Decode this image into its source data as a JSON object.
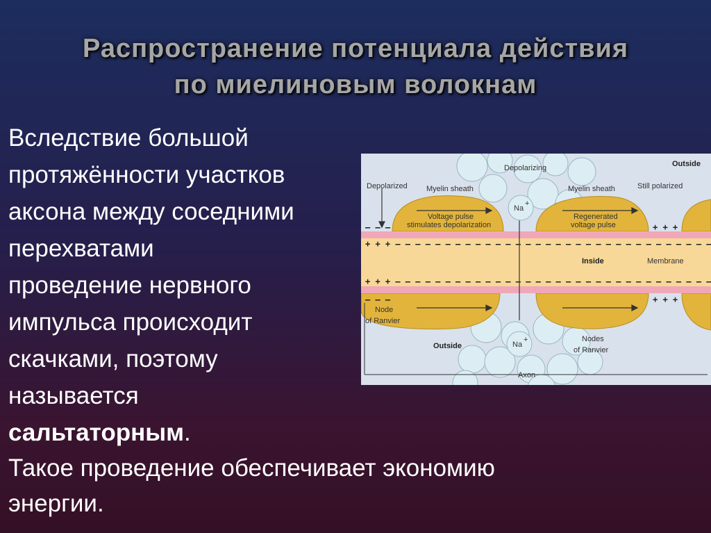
{
  "slide": {
    "title_line1": "Распространение потенциала действия",
    "title_line2": "по миелиновым волокнам",
    "text_lines": [
      "Вследствие большой",
      "протяжённости участков",
      "аксона между соседними",
      "перехватами",
      "проведение нервного",
      "импульса происходит",
      "скачками, поэтому",
      "называется"
    ],
    "text_bold_word": "сальтаторным",
    "text_bold_suffix": ".",
    "text2_line1": "Такое проведение обеспечивает экономию",
    "text2_line2": "энергии."
  },
  "figure": {
    "outside_top": "Outside",
    "outside_bottom": "Outside",
    "inside": "Inside",
    "depolarizing": "Depolarizing",
    "na_top": "Na",
    "na_bottom": "Na",
    "na_superscript": "+",
    "depolarized": "Depolarized",
    "myelin_sheath_left": "Myelin sheath",
    "myelin_sheath_right": "Myelin sheath",
    "still_polarized": "Still polarized",
    "voltage_pulse_line1": "Voltage pulse",
    "voltage_pulse_line2": "stimulates depolarization",
    "regenerated_line1": "Regenerated",
    "regenerated_line2": "voltage pulse",
    "membrane": "Membrane",
    "node_line1": "Node",
    "node_line2": "of Ranvier",
    "nodes_line1": "Nodes",
    "nodes_line2": "of Ranvier",
    "axon": "Axon"
  }
}
